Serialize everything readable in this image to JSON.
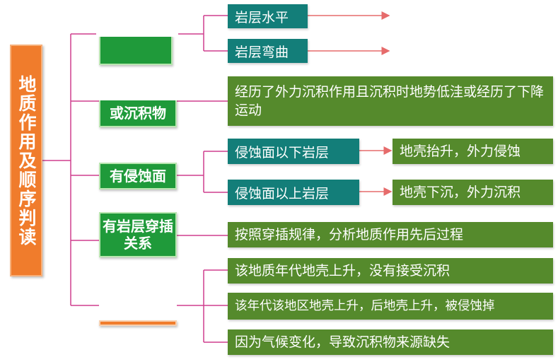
{
  "root": {
    "label": "地质作用及顺序判读"
  },
  "categories": [
    {
      "label": ""
    },
    {
      "label": "或沉积物"
    },
    {
      "label": "有侵蚀面"
    },
    {
      "label": "有岩层穿插关系"
    },
    {
      "label": ""
    }
  ],
  "rock_layers": [
    {
      "label": "岩层水平"
    },
    {
      "label": "岩层弯曲"
    }
  ],
  "deposition_text": "经历了外力沉积作用且沉积时地势低洼或经历了下降运动",
  "erosion": [
    {
      "label": "侵蚀面以下岩层",
      "result": "地壳抬升，外力侵蚀"
    },
    {
      "label": "侵蚀面以上岩层",
      "result": "地壳下沉，外力沉积"
    }
  ],
  "intrusion_text": "按照穿插规律，分析地质作用先后过程",
  "missing": [
    {
      "label": "该地质年代地壳上升，没有接受沉积"
    },
    {
      "label": "该年代该地区地壳上升，后地壳上升，被侵蚀掉"
    },
    {
      "label": "因为气候变化，导致沉积物来源缺失"
    }
  ],
  "colors": {
    "line": "#cf3e8e",
    "arrow": "#e66b6b",
    "root": "#f07c2c",
    "category": "#1f9a3a",
    "teal": "#137e79",
    "olive": "#558a2c"
  }
}
